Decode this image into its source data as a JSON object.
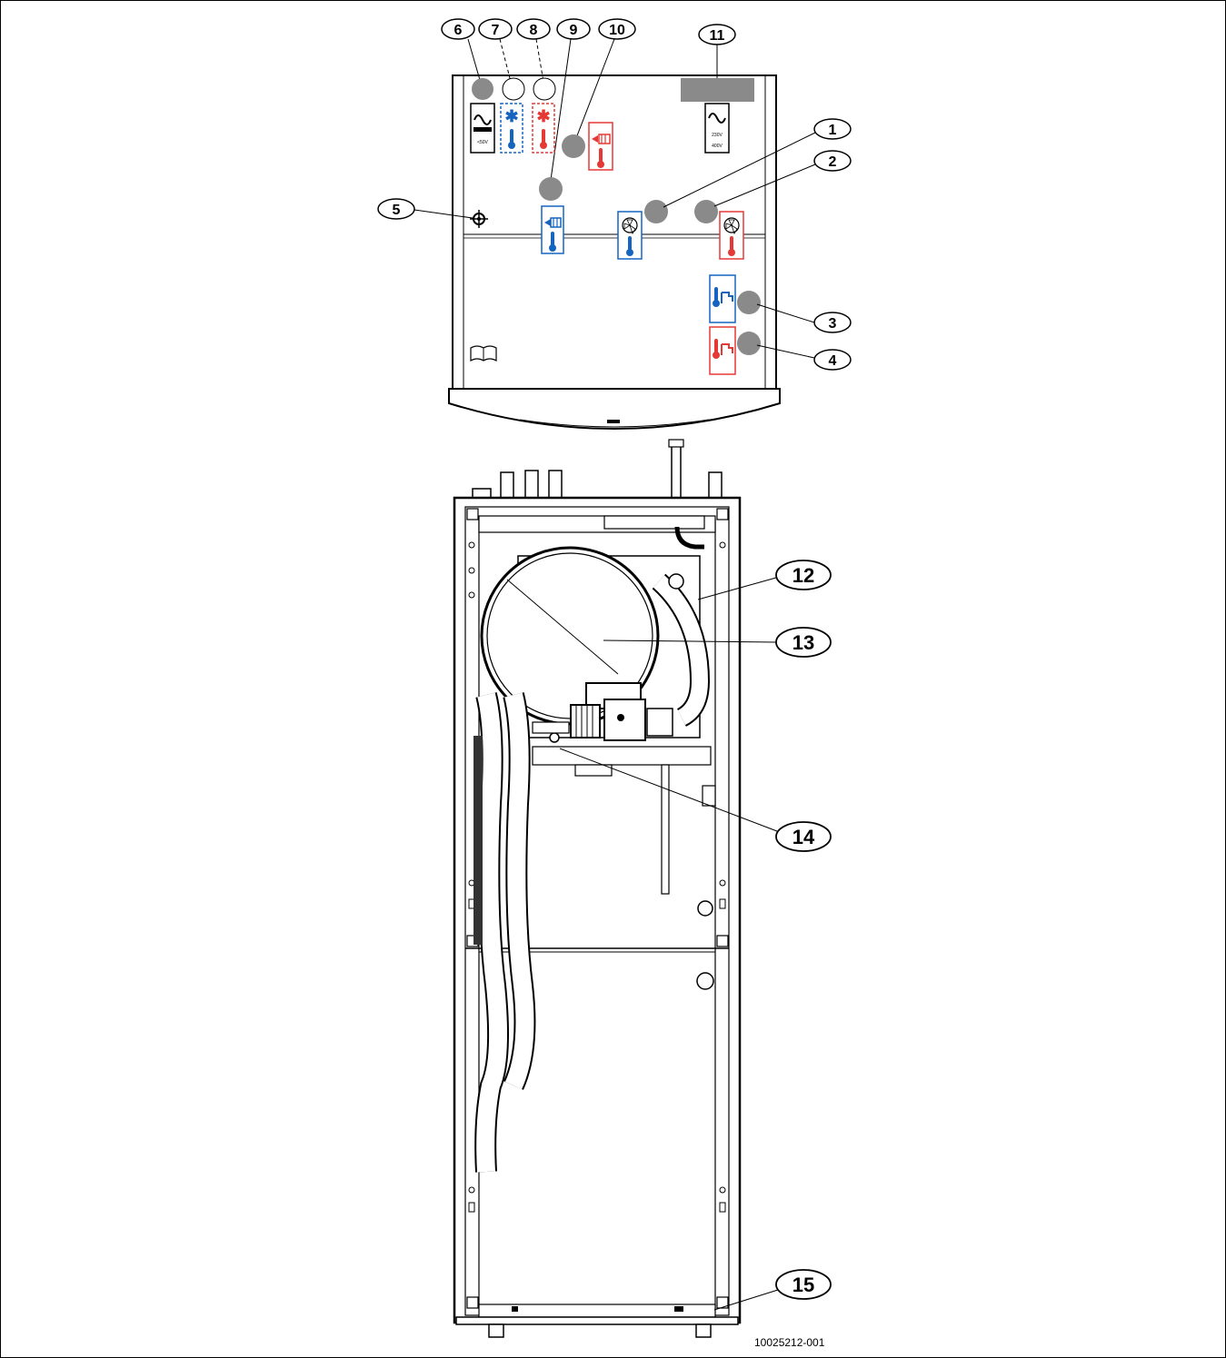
{
  "diagram": {
    "top_callouts": [
      "6",
      "7",
      "8",
      "9",
      "10",
      "11"
    ],
    "right_callouts": [
      "1",
      "2",
      "3",
      "4"
    ],
    "left_callouts": [
      "5"
    ],
    "lower_callouts": [
      "12",
      "13",
      "14",
      "15"
    ],
    "power_low_label": "<50V",
    "power_high_label_1": "230V",
    "power_high_label_2": "400V",
    "doc_id": "10025212-001",
    "colors": {
      "cold": "#1565c0",
      "hot": "#e53935",
      "port": "#8a8a8a",
      "line": "#000000"
    }
  }
}
